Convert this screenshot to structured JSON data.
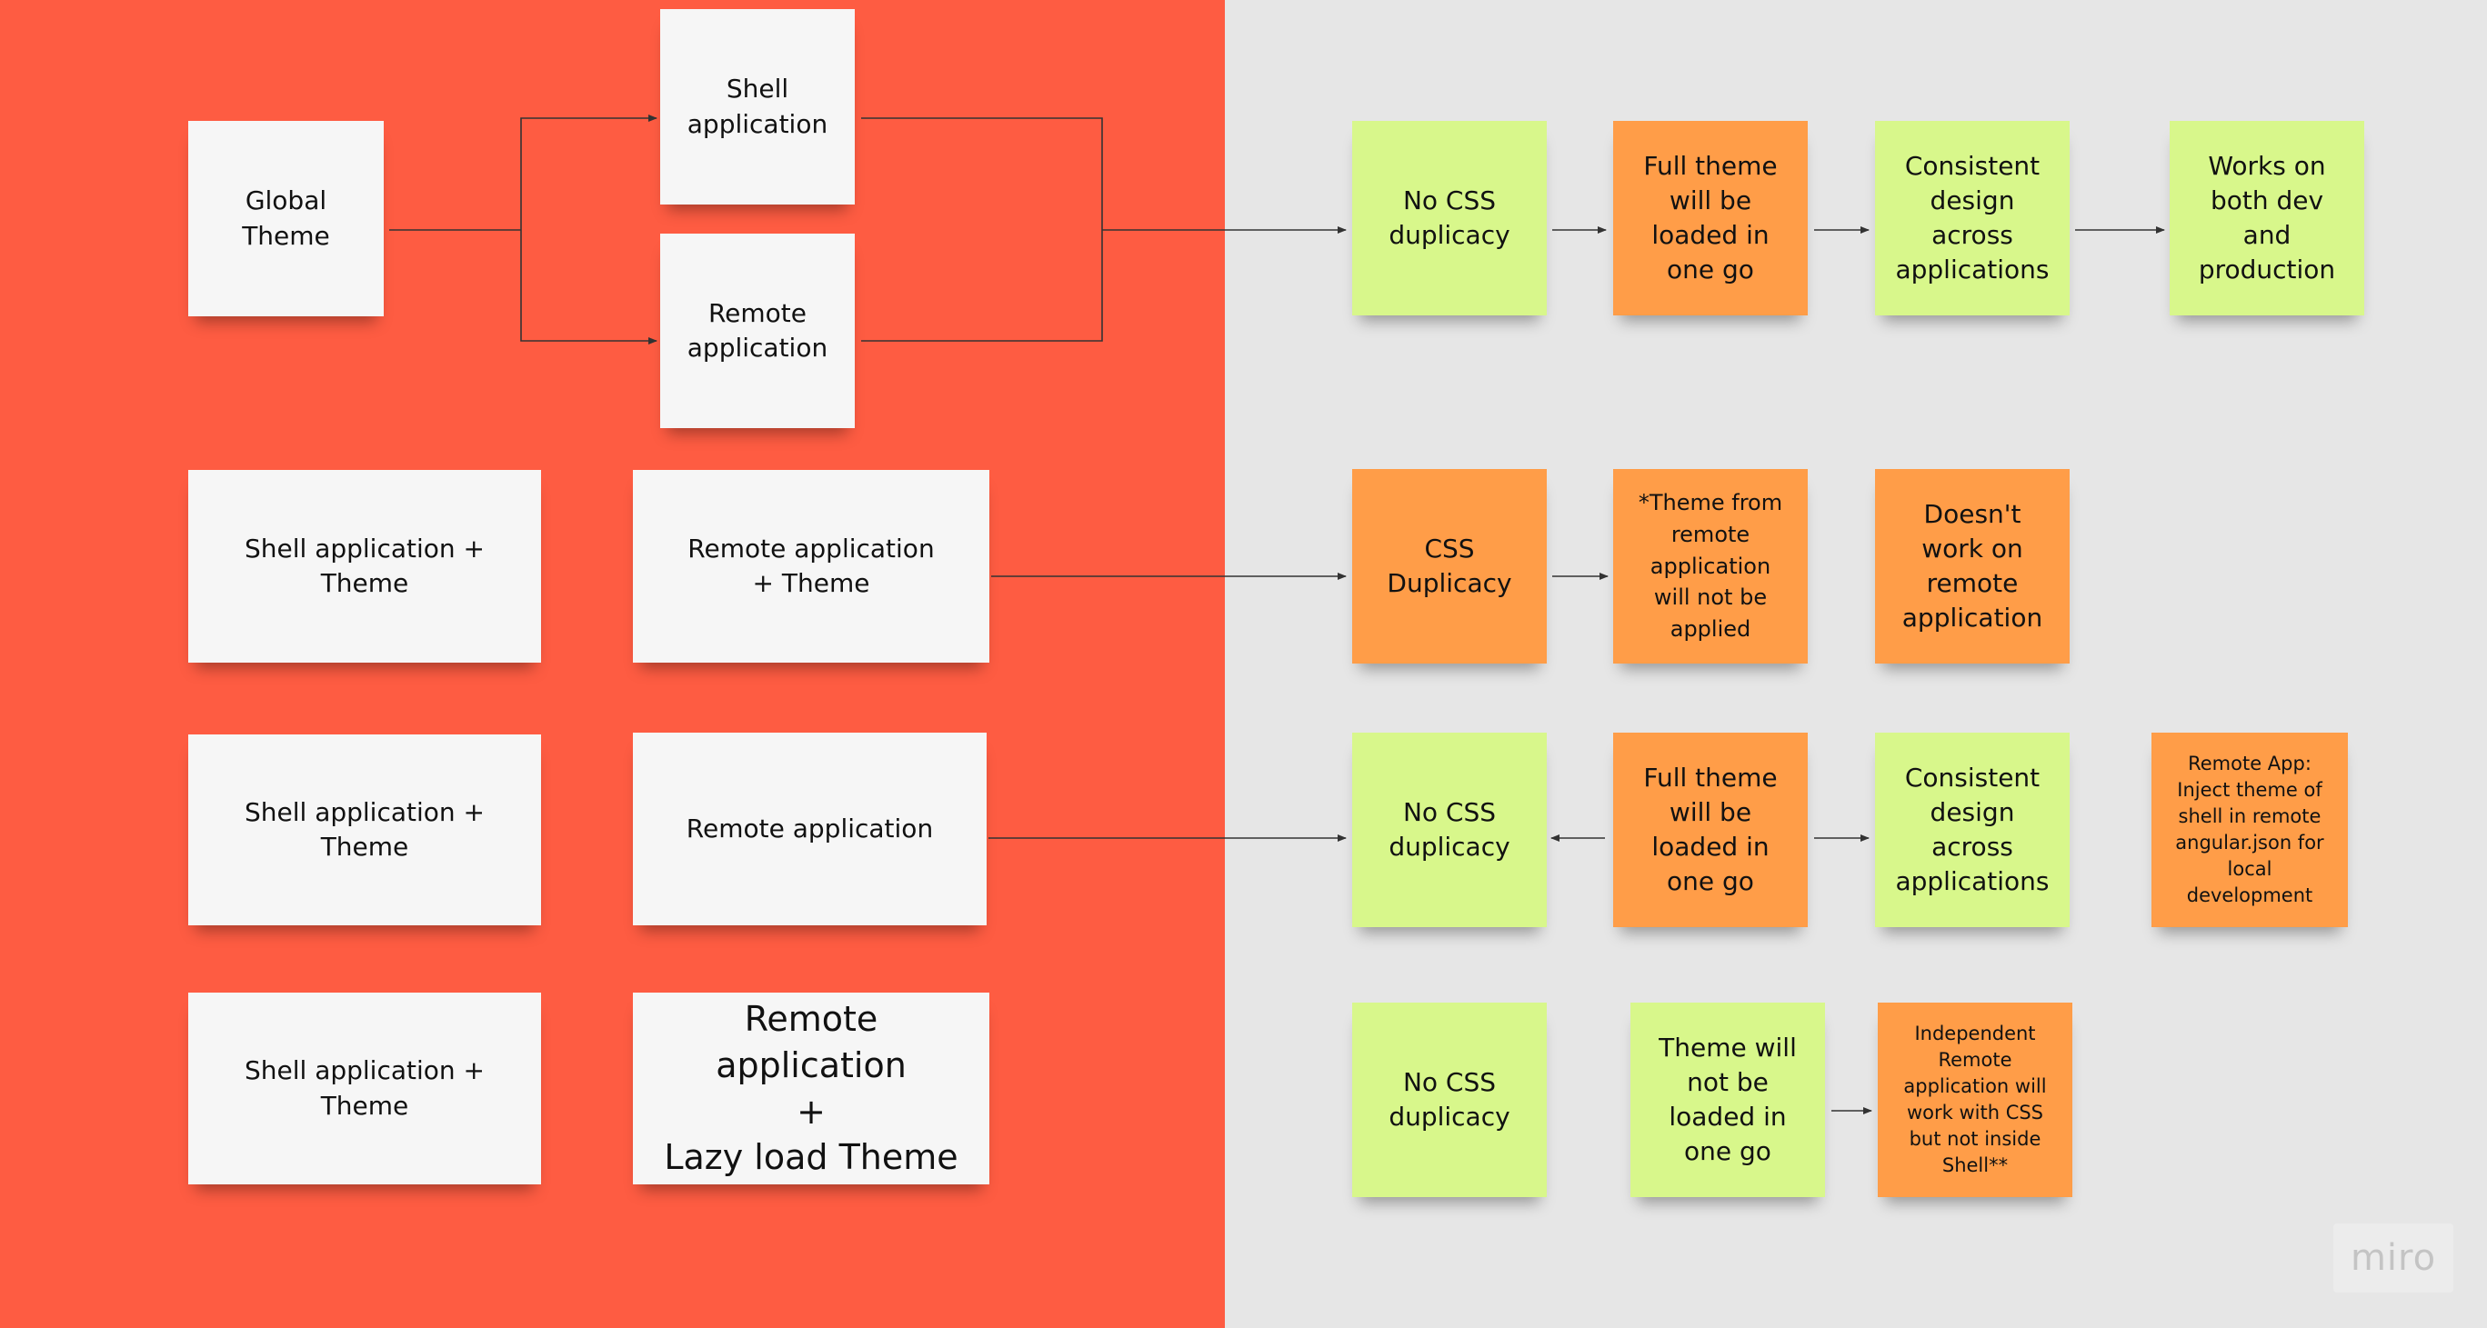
{
  "panels": {
    "left_color": "#fe5c42",
    "right_color": "#e6e6e6"
  },
  "colors": {
    "white_note": "#f6f6f6",
    "green_note": "#d8f78b",
    "orange_note": "#ff9d48",
    "connector": "#333333"
  },
  "rows": {
    "row1": {
      "global_theme": "Global Theme",
      "shell_application": "Shell application",
      "remote_application": "Remote application",
      "no_css_duplicacy": "No CSS duplicacy",
      "full_theme_loaded": "Full theme will be loaded in one go",
      "consistent_design": "Consistent design across applications",
      "works_both": "Works on both dev and production"
    },
    "row2": {
      "shell_theme": "Shell application + Theme",
      "remote_theme": "Remote application + Theme",
      "css_duplicacy": "CSS Duplicacy",
      "theme_not_applied": "*Theme from remote application will not be applied",
      "doesnt_work": "Doesn't work on remote application"
    },
    "row3": {
      "shell_theme": "Shell application + Theme",
      "remote_application": "Remote application",
      "no_css_duplicacy": "No CSS duplicacy",
      "full_theme_loaded": "Full theme will be loaded in one go",
      "consistent_design": "Consistent design across applications",
      "remote_app_note": "Remote App: Inject theme of shell in remote angular.json for local development"
    },
    "row4": {
      "shell_theme": "Shell application + Theme",
      "remote_lazy_line1": "Remote application",
      "remote_lazy_line2": "+",
      "remote_lazy_line3": "Lazy load Theme",
      "no_css_duplicacy": "No CSS duplicacy",
      "theme_not_loaded": "Theme will not be loaded in one go",
      "independent_remote": "Independent Remote application will work with CSS but not inside Shell**"
    }
  },
  "logo": "miro"
}
